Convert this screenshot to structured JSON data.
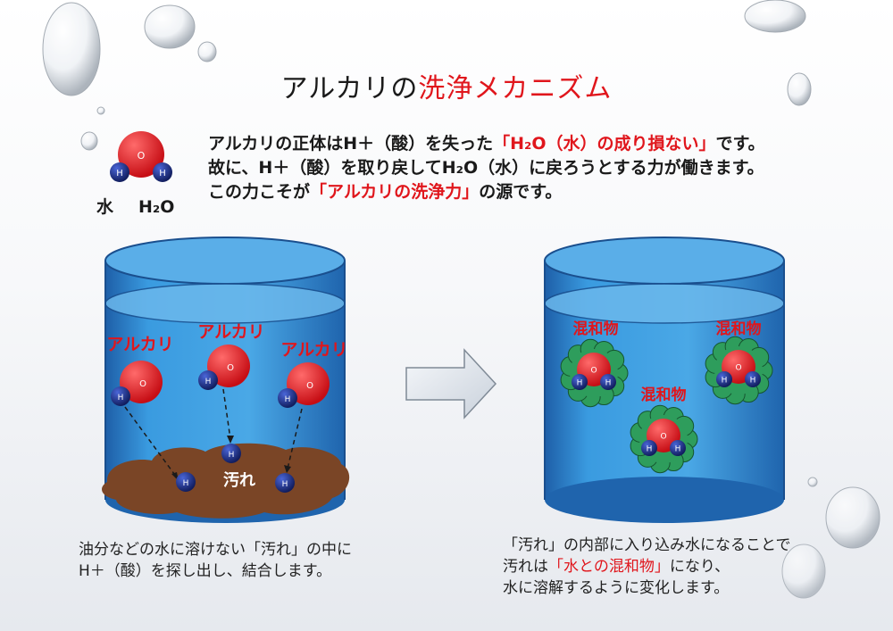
{
  "title": {
    "part1": "アルカリの",
    "part2": "洗浄メカニズム"
  },
  "molecule_legend": {
    "o_label": "O",
    "h_label": "H",
    "caption_water": "水",
    "caption_formula": "H₂O"
  },
  "intro": {
    "line1_a": "アルカリの正体はH＋（酸）を失った",
    "line1_b": "「H₂O（水）の成り損ない」",
    "line1_c": "です。",
    "line2": "故に、H＋（酸）を取り戻してH₂O（水）に戻ろうとする力が働きます。",
    "line3_a": "この力こそが",
    "line3_b": "「アルカリの洗浄力」",
    "line3_c": "の源です。"
  },
  "left_diagram": {
    "alkali_label": "アルカリ",
    "dirt_label": "汚れ",
    "caption_line1": "油分などの水に溶けない「汚れ」の中に",
    "caption_line2": "H＋（酸）を探し出し、結合します。"
  },
  "right_diagram": {
    "mixture_label": "混和物",
    "caption_line1": "「汚れ」の内部に入り込み水になることで",
    "caption_line2_a": "汚れは",
    "caption_line2_b": "「水との混和物」",
    "caption_line2_c": "になり、",
    "caption_line3": "水に溶解するように変化します。"
  },
  "colors": {
    "accent_red": "#e0161c",
    "oxygen_red": "#e8141c",
    "hydrogen_navy": "#1a2a80",
    "water_blue": "#2f8fd2",
    "dirt_brown": "#7a4526",
    "mixture_green": "#2e9d5c"
  }
}
